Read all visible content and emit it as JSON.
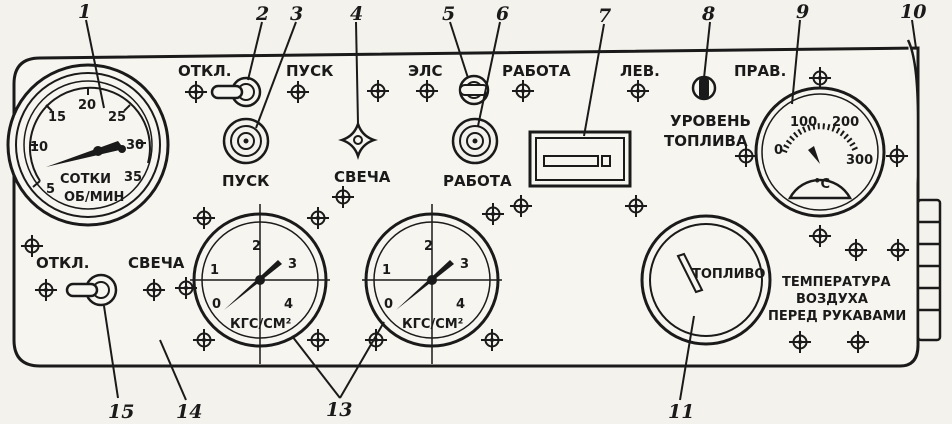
{
  "callouts": [
    "1",
    "2",
    "3",
    "4",
    "5",
    "6",
    "7",
    "8",
    "9",
    "10",
    "11",
    "13",
    "14",
    "15"
  ],
  "labels": {
    "otkl_top": "ОТКЛ.",
    "pusk_top": "ПУСК",
    "els": "ЭЛС",
    "rabota_top": "РАБОТА",
    "lev": "ЛЕВ.",
    "prav": "ПРАВ.",
    "pusk_bottom": "ПУСК",
    "svecha_center": "СВЕЧА",
    "rabota_bottom": "РАБОТА",
    "uroven_1": "УРОВЕНЬ",
    "uroven_2": "ТОПЛИВА",
    "otkl_left": "ОТКЛ.",
    "svecha_left": "СВЕЧА",
    "temp_1": "ТЕМПЕРАТУРА",
    "temp_2": "ВОЗДУХА",
    "temp_3": "ПЕРЕД РУКАВАМИ"
  },
  "tacho": {
    "ticks": [
      "5",
      "10",
      "15",
      "20",
      "25",
      "30",
      "35"
    ],
    "line1": "СОТКИ",
    "line2": "ОБ/МИН"
  },
  "pressure_gauge": {
    "ticks": [
      "0",
      "1",
      "2",
      "3",
      "4"
    ],
    "unit": "КГС/СМ²"
  },
  "temp_gauge": {
    "ticks": [
      "0",
      "100",
      "200",
      "300"
    ],
    "unit": "°С"
  },
  "fuel_gauge": {
    "label": "ТОПЛИВО"
  }
}
